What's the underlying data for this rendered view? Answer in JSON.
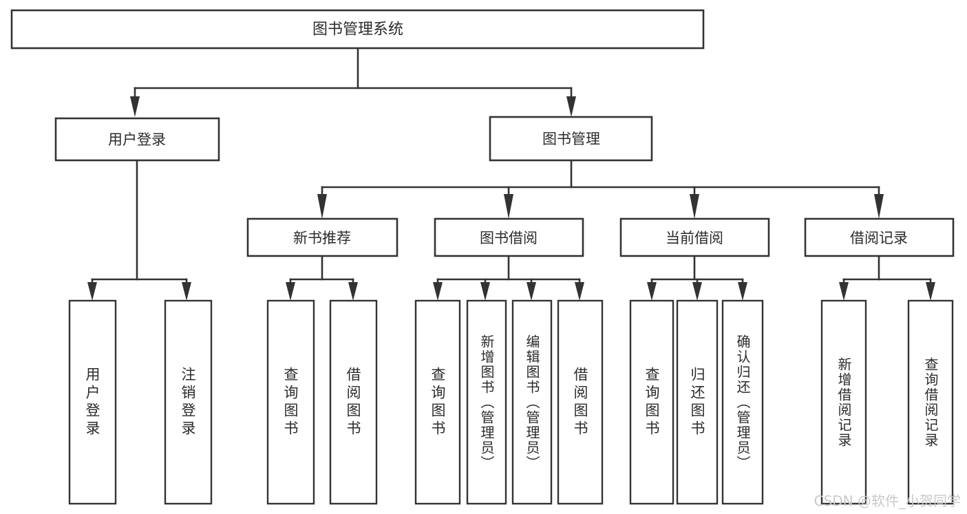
{
  "diagram": {
    "type": "tree-hierarchy",
    "title": "图书管理系统",
    "root": {
      "id": "root",
      "label": "图书管理系统"
    },
    "level2": [
      {
        "id": "user-login",
        "label": "用户登录"
      },
      {
        "id": "book-manage",
        "label": "图书管理"
      }
    ],
    "level3": [
      {
        "id": "new-book-recommend",
        "label": "新书推荐",
        "parent": "book-manage"
      },
      {
        "id": "book-borrow",
        "label": "图书借阅",
        "parent": "book-manage"
      },
      {
        "id": "current-borrow",
        "label": "当前借阅",
        "parent": "book-manage"
      },
      {
        "id": "borrow-record",
        "label": "借阅记录",
        "parent": "book-manage"
      }
    ],
    "leaves": [
      {
        "id": "leaf-user-login",
        "label": "用户登录",
        "parent": "user-login"
      },
      {
        "id": "leaf-logout-login",
        "label": "注销登录",
        "parent": "user-login"
      },
      {
        "id": "leaf-query-book-1",
        "label": "查询图书",
        "parent": "new-book-recommend"
      },
      {
        "id": "leaf-borrow-book-1",
        "label": "借阅图书",
        "parent": "new-book-recommend"
      },
      {
        "id": "leaf-query-book-2",
        "label": "查询图书",
        "parent": "book-borrow"
      },
      {
        "id": "leaf-add-book",
        "label": "新增图书（管理员）",
        "parent": "book-borrow"
      },
      {
        "id": "leaf-edit-book",
        "label": "编辑图书（管理员）",
        "parent": "book-borrow"
      },
      {
        "id": "leaf-borrow-book-2",
        "label": "借阅图书",
        "parent": "book-borrow"
      },
      {
        "id": "leaf-query-book-3",
        "label": "查询图书",
        "parent": "current-borrow"
      },
      {
        "id": "leaf-return-book",
        "label": "归还图书",
        "parent": "current-borrow"
      },
      {
        "id": "leaf-confirm-return",
        "label": "确认归还（管理员）",
        "parent": "current-borrow"
      },
      {
        "id": "leaf-add-record",
        "label": "新增借阅记录",
        "parent": "borrow-record"
      },
      {
        "id": "leaf-query-record",
        "label": "查询借阅记录",
        "parent": "borrow-record"
      }
    ],
    "colors": {
      "background": "#ffffff",
      "box_stroke": "#333333",
      "box_fill": "#ffffff",
      "text": "#2b2b2b",
      "watermark": "#c9c9c9"
    }
  },
  "watermark": {
    "text": "CSDN @软件_小贺同学"
  }
}
